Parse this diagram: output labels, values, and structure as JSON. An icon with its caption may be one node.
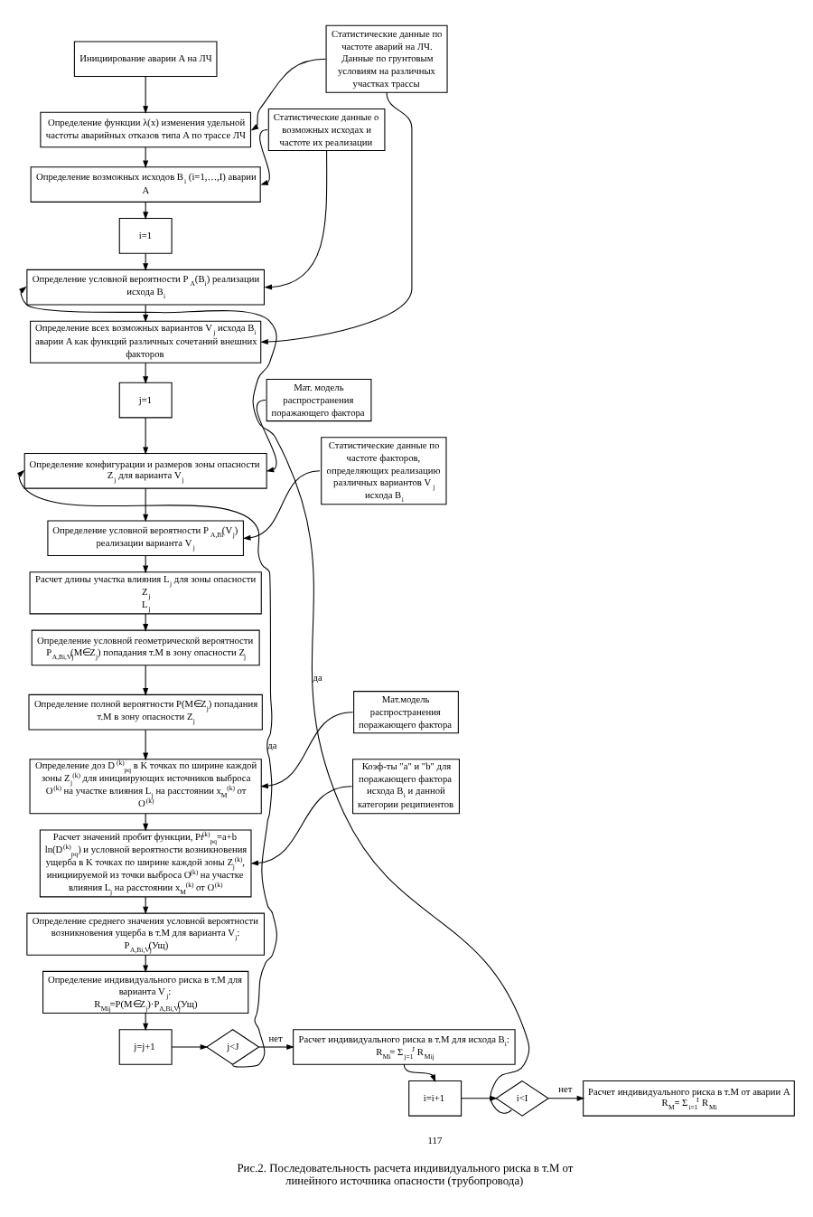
{
  "diagram": {
    "caption": "Рис.2. Последовательность расчета индивидуального риска в т.M от линейного источника опасности (трубопровода)",
    "nodes": [
      {
        "text": [
          "Инициирование аварии A на ЛЧ"
        ]
      },
      {
        "text": [
          "Определение функции λ(x) изменения удельной частоты аварийных отказов типа A по трассе ЛЧ"
        ]
      },
      {
        "text": [
          "Статистические данные по частоте аварий на ЛЧ. Данные по грунтовым условиям на различных участках трассы"
        ]
      },
      {
        "text": [
          "Определение возможных исходов B$_{i}$ (i=1,…,I) аварии A"
        ]
      },
      {
        "text": [
          "Статистические данные о возможных исходах и частоте их реализации"
        ]
      },
      {
        "text": [
          "i=1"
        ]
      },
      {
        "text": [
          "Определение условной вероятности P$_{A}$(B$_{i}$) реализации исхода B$_{i}$"
        ]
      },
      {
        "text": [
          "Определение всех возможных вариантов V$_{j}$ исхода B$_{i}$ аварии A как функций различных сочетаний внешних факторов"
        ]
      },
      {
        "text": [
          "j=1"
        ]
      },
      {
        "text": [
          "Определение конфигурации и размеров зоны опасности Z$_{j}$ для варианта V$_{j}$"
        ]
      },
      {
        "text": [
          "Мат. модель распространения поражающего фактора"
        ]
      },
      {
        "text": [
          "Определение условной вероятности P$_{A,Bi}$(V$_{j}$) реализации варианта V$_{j}$"
        ]
      },
      {
        "text": [
          "Статистические данные по частоте факторов, определяющих реализацию различных вариантов V$_{j}$ исхода B$_{i}$"
        ]
      },
      {
        "text": [
          "Расчет длины участка влияния L$_{j}$ для зоны опасности Z$_{j}$",
          "L$_{j}$"
        ]
      },
      {
        "text": [
          "Определение условной геометрической вероятности P$_{A,Bi,Vj}$(M∈Z$_{j}$) попадания т.M в зону опасности Z$_{j}$"
        ]
      },
      {
        "text": [
          "Определение полной вероятности P(M∈Z$_{j}$) попадания т.M в зону опасности Z$_{j}$"
        ]
      },
      {
        "text": [
          "Определение доз D$^{(k)}$$_{pq}$ в K точках по ширине каждой зоны Z$_{j}$$^{(k)}$ для инициирующих источников выброса O$^{(k)}$ на участке влияния L$_{j}$ на расстоянии x$_{M}$$^{(k)}$ от O$^{(k)}$"
        ]
      },
      {
        "text": [
          "Мат.модель распространения поражающего фактора"
        ]
      },
      {
        "text": [
          "Расчет значений пробит функции, Pr$^{(k)}$$_{pq}$=a+b ln(D$^{(k)}$$_{pq}$) и условной вероятности возникновения ущерба в K точках по ширине каждой зоны Z$_{j}$$^{(k)}$, инициируемой из точки выброса O$^{(k)}$ на участке влияния L$_{j}$ на расстоянии x$_{M}$$^{(k)}$ от O$^{(k)}$"
        ]
      },
      {
        "text": [
          "Коэф-ты \"a\" и \"b\" для поражающего фактора исхода B$_{i}$ и данной категории реципиентов"
        ]
      },
      {
        "text": [
          "Определение среднего значения условной вероятности возникновения ущерба в т.M для варианта V$_{j}$: P$_{A,Bi,Vj}$(Ущ)"
        ]
      },
      {
        "text": [
          "Определение индивидуального риска в т.M для варианта V$_{j}$:",
          "R$_{Mij}$=P(M∈Z$_{j}$)·P$_{A,Bi,Vj}$(Ущ)"
        ]
      },
      {
        "text": [
          "j=j+1"
        ]
      },
      {
        "text": [
          "j<J"
        ]
      },
      {
        "text": [
          "Расчет индивидуального риска в т.M для исхода B$_{i}$:",
          "R$_{Mi}$= Σ$_{j=1}$$^{J}$ R$_{Mij}$"
        ]
      },
      {
        "text": [
          "i=i+1"
        ]
      },
      {
        "text": [
          "i<I"
        ]
      },
      {
        "text": [
          "Расчет индивидуального риска в т.M от аварии A",
          "R$_{M}$= Σ$_{i=1}$$^{I}$ R$_{Mi}$"
        ]
      }
    ],
    "edges": [
      {
        "from": 0,
        "to": 1,
        "arrow": "to"
      },
      {
        "from": 2,
        "to": 1,
        "arrow": "to"
      },
      {
        "from": 1,
        "to": 3,
        "arrow": "to"
      },
      {
        "from": 4,
        "to": 3,
        "arrow": "to"
      },
      {
        "from": 3,
        "to": 5,
        "arrow": "to"
      },
      {
        "from": 5,
        "to": 6,
        "arrow": "to"
      },
      {
        "from": 4,
        "to": 6,
        "arrow": "to"
      },
      {
        "from": 6,
        "to": 7,
        "arrow": "to"
      },
      {
        "from": 2,
        "to": 7,
        "arrow": "to"
      },
      {
        "from": 7,
        "to": 8,
        "arrow": "to"
      },
      {
        "from": 8,
        "to": 9,
        "arrow": "to"
      },
      {
        "from": 10,
        "to": 9,
        "arrow": "to"
      },
      {
        "from": 9,
        "to": 11,
        "arrow": "to"
      },
      {
        "from": 12,
        "to": 11,
        "arrow": "to"
      },
      {
        "from": 11,
        "to": 13,
        "arrow": "to"
      },
      {
        "from": 13,
        "to": 14,
        "arrow": "to"
      },
      {
        "from": 14,
        "to": 15,
        "arrow": "to"
      },
      {
        "from": 15,
        "to": 16,
        "arrow": "to"
      },
      {
        "from": 17,
        "to": 16,
        "arrow": "to"
      },
      {
        "from": 16,
        "to": 18,
        "arrow": "to"
      },
      {
        "from": 19,
        "to": 18,
        "arrow": "to"
      },
      {
        "from": 18,
        "to": 20,
        "arrow": "to"
      },
      {
        "from": 20,
        "to": 21,
        "arrow": "to"
      },
      {
        "from": 21,
        "to": 22,
        "arrow": "to"
      },
      {
        "from": 22,
        "to": 23,
        "arrow": "to"
      },
      {
        "from": 23,
        "to": 24,
        "arrow": "to",
        "label": "нет"
      },
      {
        "from": 23,
        "to": 9,
        "arrow": "to",
        "label": "да"
      },
      {
        "from": 24,
        "to": 25,
        "arrow": "to"
      },
      {
        "from": 25,
        "to": 26,
        "arrow": "to"
      },
      {
        "from": 26,
        "to": 27,
        "arrow": "to",
        "label": "нет"
      },
      {
        "from": 26,
        "to": 6,
        "arrow": "to",
        "label": "да"
      }
    ],
    "labels": [
      "117"
    ]
  }
}
